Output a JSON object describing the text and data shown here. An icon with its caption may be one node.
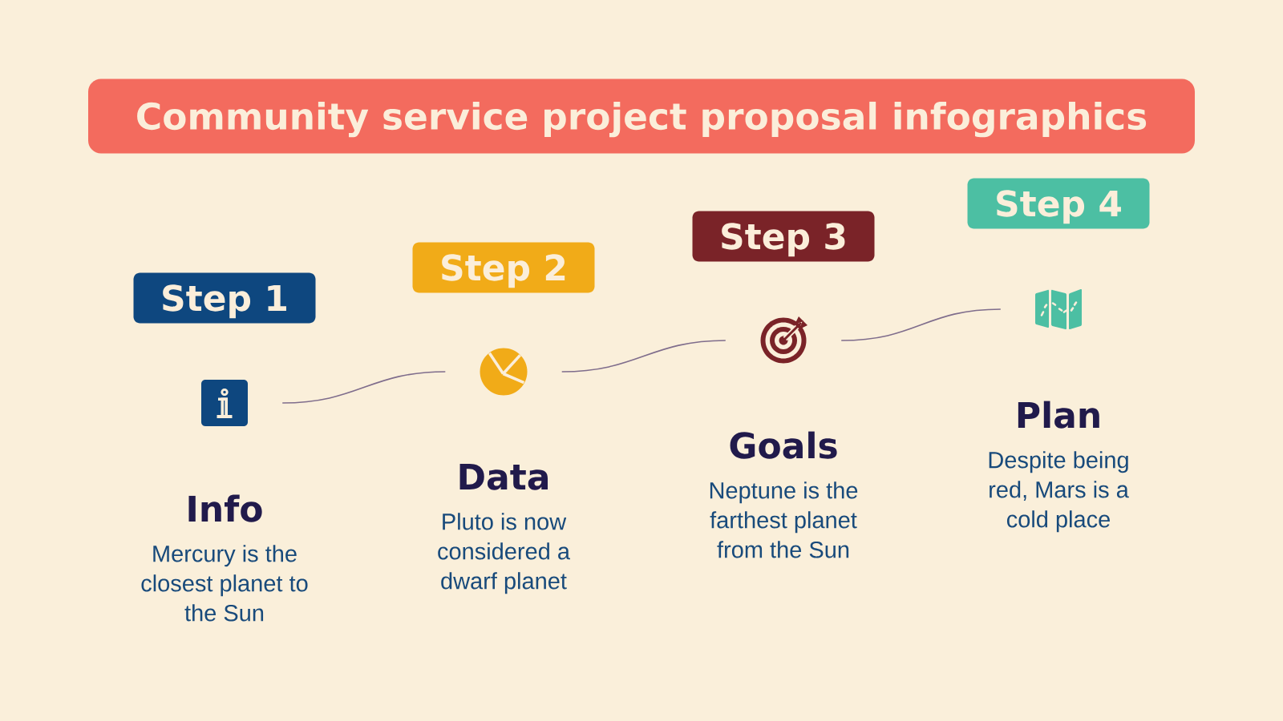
{
  "diagram": {
    "title": "Community service project proposal infographics",
    "nodes": [
      {
        "text": [
          "Step 1"
        ]
      },
      {
        "text": [],
        "shape": "picture",
        "beside": [
          "Info",
          "Mercury is the closest planet to the Sun"
        ]
      },
      {
        "text": [
          "Step 2"
        ]
      },
      {
        "text": [],
        "shape": "picture",
        "beside": [
          "Data",
          "Pluto is now considered a dwarf planet"
        ]
      },
      {
        "text": [
          "Step 3"
        ]
      },
      {
        "text": [],
        "shape": "picture",
        "beside": [
          "Goals",
          "Neptune is the farthest planet from the Sun"
        ]
      },
      {
        "text": [
          "Step 4"
        ]
      },
      {
        "text": [],
        "shape": "picture",
        "beside": [
          "Plan",
          "Despite being red, Mars is a cold place"
        ]
      }
    ],
    "edges": [
      {
        "from": 1,
        "to": 3,
        "arrow": "none"
      },
      {
        "from": 3,
        "to": 5,
        "arrow": "none"
      },
      {
        "from": 5,
        "to": 7,
        "arrow": "none"
      }
    ]
  }
}
